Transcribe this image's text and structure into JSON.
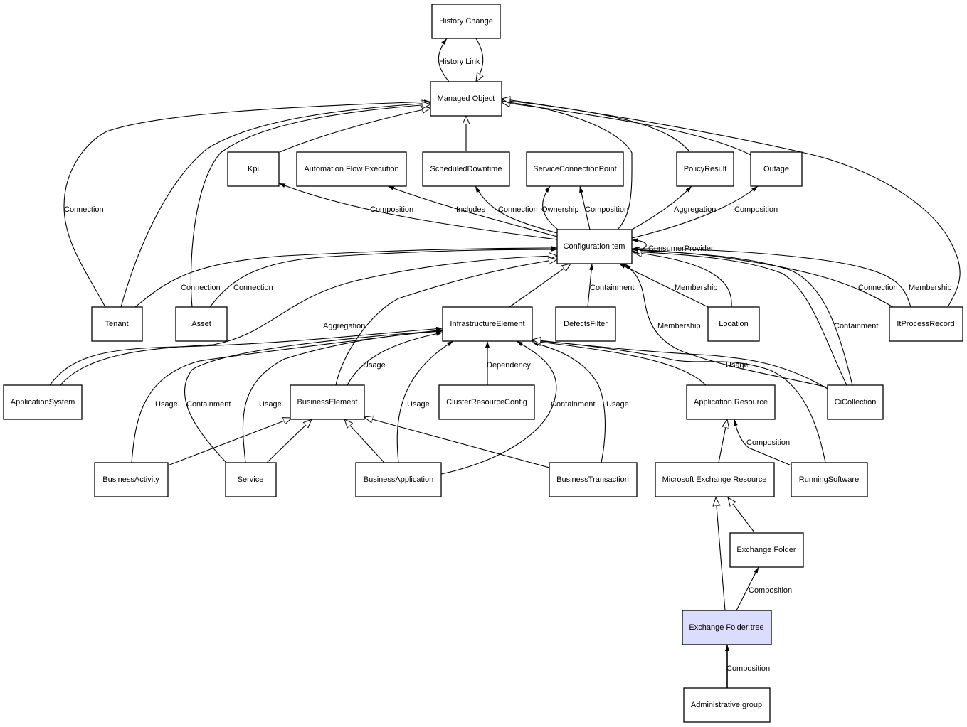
{
  "diagram": {
    "title": "Exchange Folder tree class model",
    "selected_node": "exchange-folder-tree",
    "highlight_color": "#dcdcfc",
    "nodes": [
      {
        "id": "history-change",
        "label": "History Change"
      },
      {
        "id": "managed-object",
        "label": "Managed Object"
      },
      {
        "id": "kpi",
        "label": "Kpi"
      },
      {
        "id": "automation-flow-execution",
        "label": "Automation Flow Execution"
      },
      {
        "id": "scheduled-downtime",
        "label": "ScheduledDowntime"
      },
      {
        "id": "service-connection-point",
        "label": "ServiceConnectionPoint"
      },
      {
        "id": "policy-result",
        "label": "PolicyResult"
      },
      {
        "id": "outage",
        "label": "Outage"
      },
      {
        "id": "configuration-item",
        "label": "ConfigurationItem"
      },
      {
        "id": "tenant",
        "label": "Tenant"
      },
      {
        "id": "asset",
        "label": "Asset"
      },
      {
        "id": "infrastructure-element",
        "label": "InfrastructureElement"
      },
      {
        "id": "defects-filter",
        "label": "DefectsFilter"
      },
      {
        "id": "location",
        "label": "Location"
      },
      {
        "id": "it-process-record",
        "label": "ItProcessRecord"
      },
      {
        "id": "application-system",
        "label": "ApplicationSystem"
      },
      {
        "id": "business-element",
        "label": "BusinessElement"
      },
      {
        "id": "cluster-resource-config",
        "label": "ClusterResourceConfig"
      },
      {
        "id": "application-resource",
        "label": "Application Resource"
      },
      {
        "id": "ci-collection",
        "label": "CiCollection"
      },
      {
        "id": "business-activity",
        "label": "BusinessActivity"
      },
      {
        "id": "service",
        "label": "Service"
      },
      {
        "id": "business-application",
        "label": "BusinessApplication"
      },
      {
        "id": "business-transaction",
        "label": "BusinessTransaction"
      },
      {
        "id": "microsoft-exchange-resource",
        "label": "Microsoft Exchange Resource"
      },
      {
        "id": "running-software",
        "label": "RunningSoftware"
      },
      {
        "id": "exchange-folder",
        "label": "Exchange Folder"
      },
      {
        "id": "exchange-folder-tree",
        "label": "Exchange Folder tree",
        "highlight": true
      },
      {
        "id": "administrative-group",
        "label": "Administrative group"
      }
    ],
    "edges": [
      {
        "from": "history-change",
        "to": "managed-object",
        "type": "inheritance",
        "label": ""
      },
      {
        "from": "managed-object",
        "to": "history-change",
        "type": "association",
        "label": "History Link"
      },
      {
        "from": "kpi",
        "to": "managed-object",
        "type": "inheritance",
        "label": ""
      },
      {
        "from": "scheduled-downtime",
        "to": "managed-object",
        "type": "inheritance",
        "label": ""
      },
      {
        "from": "policy-result",
        "to": "managed-object",
        "type": "inheritance",
        "label": ""
      },
      {
        "from": "outage",
        "to": "managed-object",
        "type": "inheritance",
        "label": ""
      },
      {
        "from": "configuration-item",
        "to": "managed-object",
        "type": "inheritance",
        "label": ""
      },
      {
        "from": "tenant",
        "to": "managed-object",
        "type": "inheritance",
        "label": ""
      },
      {
        "from": "asset",
        "to": "managed-object",
        "type": "inheritance",
        "label": ""
      },
      {
        "from": "it-process-record",
        "to": "managed-object",
        "type": "inheritance",
        "label": ""
      },
      {
        "from": "tenant",
        "to": "managed-object",
        "type": "association",
        "label": "Connection"
      },
      {
        "from": "configuration-item",
        "to": "kpi",
        "type": "association",
        "label": "Composition"
      },
      {
        "from": "configuration-item",
        "to": "automation-flow-execution",
        "type": "association",
        "label": "Includes"
      },
      {
        "from": "configuration-item",
        "to": "scheduled-downtime",
        "type": "association",
        "label": "Connection"
      },
      {
        "from": "configuration-item",
        "to": "service-connection-point",
        "type": "association",
        "label": "Ownership"
      },
      {
        "from": "configuration-item",
        "to": "service-connection-point",
        "type": "association",
        "label": "Composition"
      },
      {
        "from": "configuration-item",
        "to": "policy-result",
        "type": "association",
        "label": "Aggregation"
      },
      {
        "from": "configuration-item",
        "to": "outage",
        "type": "association",
        "label": "Composition"
      },
      {
        "from": "configuration-item",
        "to": "configuration-item",
        "type": "association",
        "label": "ConsumerProvider"
      },
      {
        "from": "tenant",
        "to": "configuration-item",
        "type": "association",
        "label": "Connection"
      },
      {
        "from": "asset",
        "to": "configuration-item",
        "type": "association",
        "label": "Connection"
      },
      {
        "from": "application-system",
        "to": "configuration-item",
        "type": "inheritance",
        "label": ""
      },
      {
        "from": "business-element",
        "to": "configuration-item",
        "type": "inheritance",
        "label": ""
      },
      {
        "from": "infrastructure-element",
        "to": "configuration-item",
        "type": "inheritance",
        "label": ""
      },
      {
        "from": "defects-filter",
        "to": "configuration-item",
        "type": "association",
        "label": "Containment"
      },
      {
        "from": "location",
        "to": "configuration-item",
        "type": "association",
        "label": "Membership"
      },
      {
        "from": "location",
        "to": "configuration-item",
        "type": "inheritance",
        "label": ""
      },
      {
        "from": "ci-collection",
        "to": "configuration-item",
        "type": "association",
        "label": "Membership"
      },
      {
        "from": "ci-collection",
        "to": "configuration-item",
        "type": "association",
        "label": "Containment"
      },
      {
        "from": "ci-collection",
        "to": "configuration-item",
        "type": "inheritance",
        "label": ""
      },
      {
        "from": "it-process-record",
        "to": "configuration-item",
        "type": "association",
        "label": "Connection"
      },
      {
        "from": "it-process-record",
        "to": "configuration-item",
        "type": "association",
        "label": "Membership"
      },
      {
        "from": "application-system",
        "to": "infrastructure-element",
        "type": "association",
        "label": "Aggregation"
      },
      {
        "from": "business-element",
        "to": "infrastructure-element",
        "type": "association",
        "label": "Usage"
      },
      {
        "from": "business-activity",
        "to": "infrastructure-element",
        "type": "association",
        "label": "Usage"
      },
      {
        "from": "service",
        "to": "infrastructure-element",
        "type": "association",
        "label": "Containment"
      },
      {
        "from": "service",
        "to": "infrastructure-element",
        "type": "association",
        "label": "Usage"
      },
      {
        "from": "business-application",
        "to": "infrastructure-element",
        "type": "association",
        "label": "Usage"
      },
      {
        "from": "cluster-resource-config",
        "to": "infrastructure-element",
        "type": "association",
        "label": "Dependency"
      },
      {
        "from": "business-application",
        "to": "infrastructure-element",
        "type": "association",
        "label": "Containment"
      },
      {
        "from": "business-transaction",
        "to": "infrastructure-element",
        "type": "association",
        "label": "Usage"
      },
      {
        "from": "application-resource",
        "to": "infrastructure-element",
        "type": "inheritance",
        "label": ""
      },
      {
        "from": "ci-collection",
        "to": "infrastructure-element",
        "type": "association",
        "label": "Usage"
      },
      {
        "from": "running-software",
        "to": "infrastructure-element",
        "type": "inheritance",
        "label": ""
      },
      {
        "from": "business-activity",
        "to": "business-element",
        "type": "inheritance",
        "label": ""
      },
      {
        "from": "service",
        "to": "business-element",
        "type": "inheritance",
        "label": ""
      },
      {
        "from": "business-application",
        "to": "business-element",
        "type": "inheritance",
        "label": ""
      },
      {
        "from": "business-transaction",
        "to": "business-element",
        "type": "inheritance",
        "label": ""
      },
      {
        "from": "microsoft-exchange-resource",
        "to": "application-resource",
        "type": "inheritance",
        "label": ""
      },
      {
        "from": "running-software",
        "to": "application-resource",
        "type": "association",
        "label": "Composition"
      },
      {
        "from": "exchange-folder",
        "to": "microsoft-exchange-resource",
        "type": "inheritance",
        "label": ""
      },
      {
        "from": "exchange-folder-tree",
        "to": "microsoft-exchange-resource",
        "type": "inheritance",
        "label": ""
      },
      {
        "from": "exchange-folder-tree",
        "to": "exchange-folder",
        "type": "association",
        "label": "Composition"
      },
      {
        "from": "administrative-group",
        "to": "exchange-folder-tree",
        "type": "association",
        "label": "Composition"
      }
    ]
  }
}
